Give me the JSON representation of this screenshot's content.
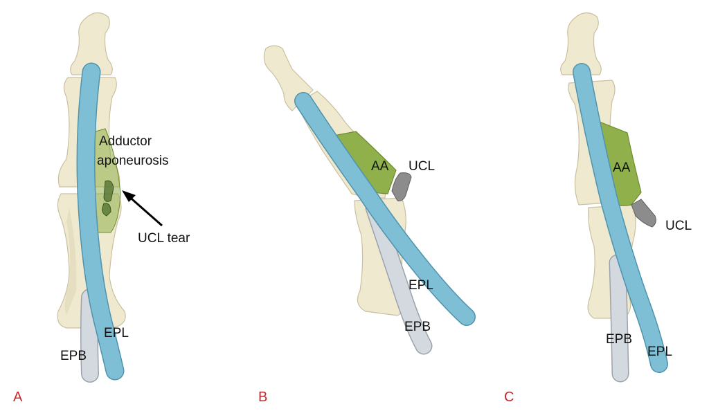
{
  "panels": [
    {
      "id": "A",
      "panel_label": "A",
      "labels": {
        "adductor_line1": "Adductor",
        "adductor_line2": "aponeurosis",
        "ucl_tear": "UCL tear",
        "epl": "EPL",
        "epb": "EPB"
      }
    },
    {
      "id": "B",
      "panel_label": "B",
      "labels": {
        "aa": "AA",
        "ucl": "UCL",
        "epl": "EPL",
        "epb": "EPB"
      }
    },
    {
      "id": "C",
      "panel_label": "C",
      "labels": {
        "aa": "AA",
        "ucl": "UCL",
        "epb": "EPB",
        "epl": "EPL"
      }
    }
  ],
  "colors": {
    "bone": "#efe9cf",
    "epl_tendon": "#7fbfd6",
    "epb_tendon": "#d3d9df",
    "adductor_aponeurosis": "#8fb04a",
    "ucl": "#8c8c8c",
    "panel_label": "#c8262d"
  }
}
